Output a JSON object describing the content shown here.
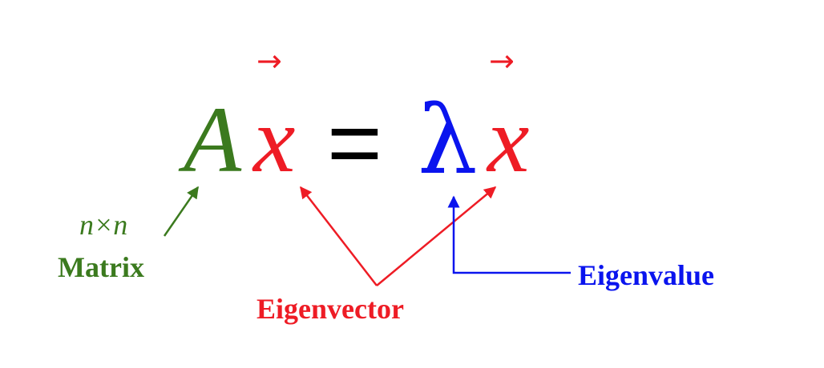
{
  "equation": {
    "A": "A",
    "x_left": "x",
    "equals": "=",
    "lambda": "λ",
    "x_right": "x",
    "vector_arrow": "→"
  },
  "annotations": {
    "dimensions": "n×n",
    "matrix": "Matrix",
    "eigenvector": "Eigenvector",
    "eigenvalue": "Eigenvalue"
  },
  "colors": {
    "matrix": "#3b7a1e",
    "eigenvector": "#ee1c25",
    "eigenvalue": "#0a14ee",
    "equals": "#000000",
    "background": "#ffffff"
  }
}
